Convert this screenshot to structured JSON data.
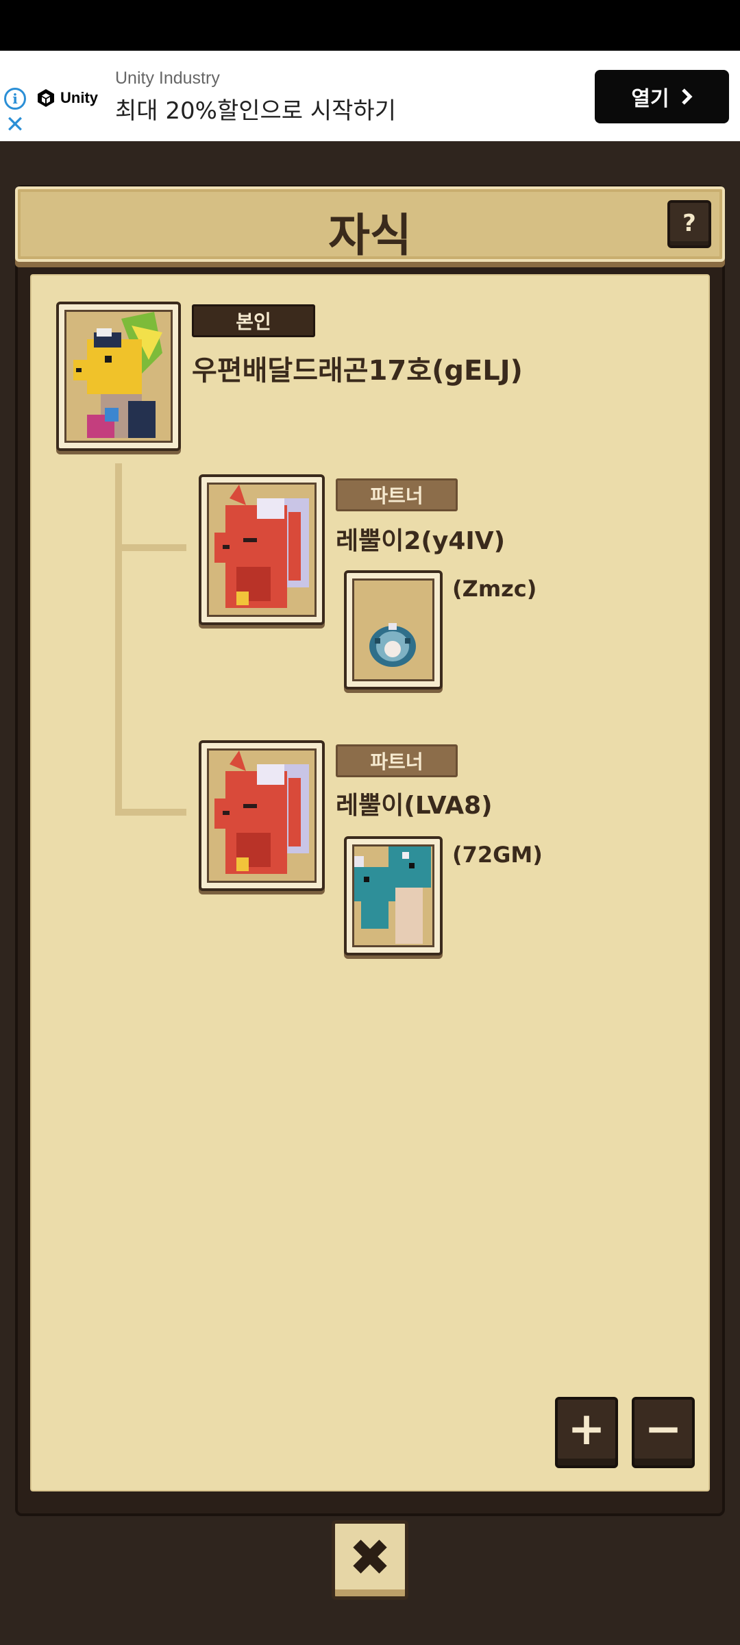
{
  "ad": {
    "advertiser": "Unity Industry",
    "logo_text": "Unity",
    "headline": "최대 20%할인으로 시작하기",
    "open_label": "열기",
    "open_icon": "chevron-right-icon",
    "info_icon": "info-icon",
    "close_icon": "close-icon"
  },
  "dialog": {
    "title": "자식",
    "help_label": "?",
    "zoom_in_label": "+",
    "zoom_out_label": "−",
    "close_label": "✖"
  },
  "tree": {
    "self": {
      "tag": "본인",
      "name": "우편배달드래곤17호(gELJ)"
    },
    "partners": [
      {
        "tag": "파트너",
        "name": "레뿔이2(y4IV)",
        "child": {
          "name": "(Zmzc)",
          "type": "egg"
        }
      },
      {
        "tag": "파트너",
        "name": "레뿔이(LVA8)",
        "child": {
          "name": "(72GM)",
          "type": "teal-dragon"
        }
      }
    ]
  },
  "colors": {
    "panel": "#ebdcaa",
    "title_bar": "#d6bf84",
    "dark": "#3a2a1c",
    "partner_tag": "#8c6d4a"
  }
}
